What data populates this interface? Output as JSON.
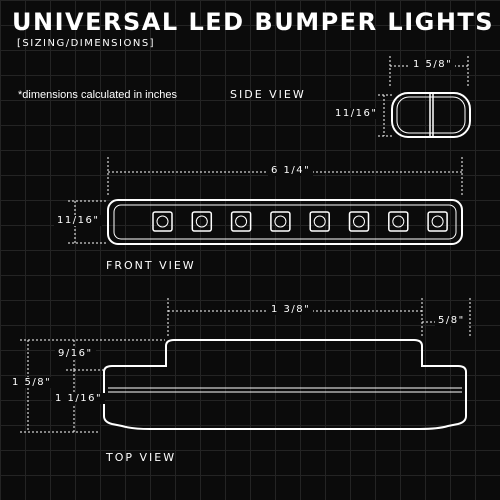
{
  "header": {
    "title": "UNIVERSAL LED BUMPER LIGHTS",
    "subtitle": "[SIZING/DIMENSIONS]"
  },
  "note": "*dimensions calculated in inches",
  "views": {
    "side": {
      "label": "SIDE VIEW",
      "width_dim": "1 5/8\"",
      "height_dim": "11/16\""
    },
    "front": {
      "label": "FRONT VIEW",
      "length_dim": "6 1/4\"",
      "height_dim": "11/16\"",
      "led_count": 8
    },
    "top": {
      "label": "TOP VIEW",
      "base_length_dim": "1 3/8\"",
      "offset_dim": "5/8\"",
      "total_depth_dim": "1 5/8\"",
      "raised_dim": "9/16\"",
      "base_depth_dim": "1 1/16\""
    }
  },
  "colors": {
    "background": "#0b0b0b",
    "grid": "#242424",
    "line": "#ffffff"
  }
}
